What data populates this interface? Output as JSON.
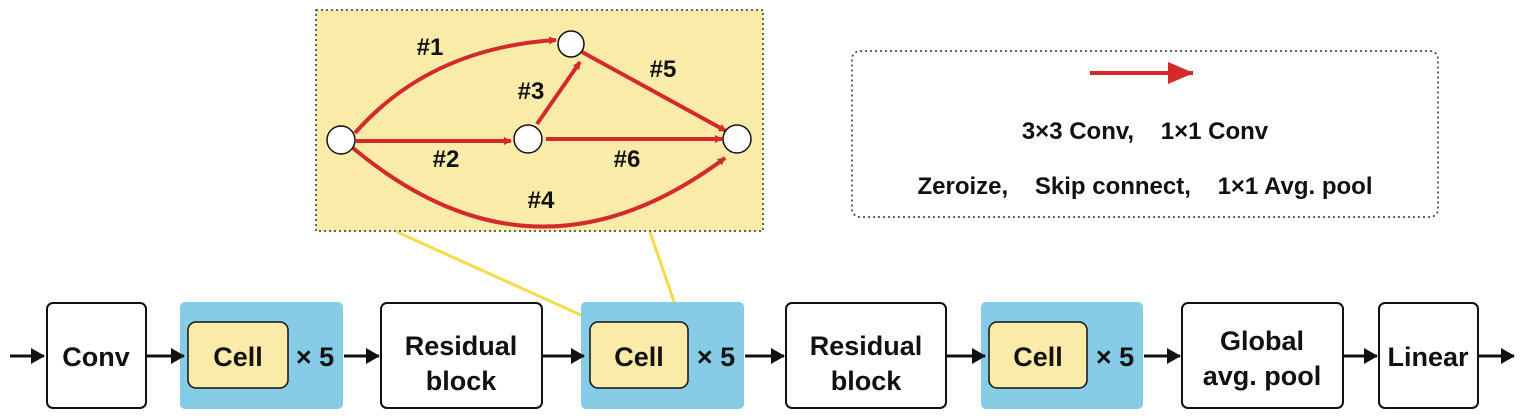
{
  "cell_detail": {
    "edges": [
      "#1",
      "#2",
      "#3",
      "#4",
      "#5",
      "#6"
    ]
  },
  "legend": {
    "line1": "3×3 Conv,    1×1 Conv",
    "line2": "Zeroize,    Skip connect,    1×1 Avg. pool"
  },
  "pipeline": {
    "conv": "Conv",
    "cell": "Cell",
    "repeat": "× 5",
    "residual_line1": "Residual",
    "residual_line2": "block",
    "global_line1": "Global",
    "global_line2": "avg. pool",
    "linear": "Linear"
  },
  "colors": {
    "edge_red": "#d32b2b",
    "cell_fill": "#faeba8",
    "stage_blue": "#87cce6",
    "zoom_line": "#f2dc4a"
  }
}
